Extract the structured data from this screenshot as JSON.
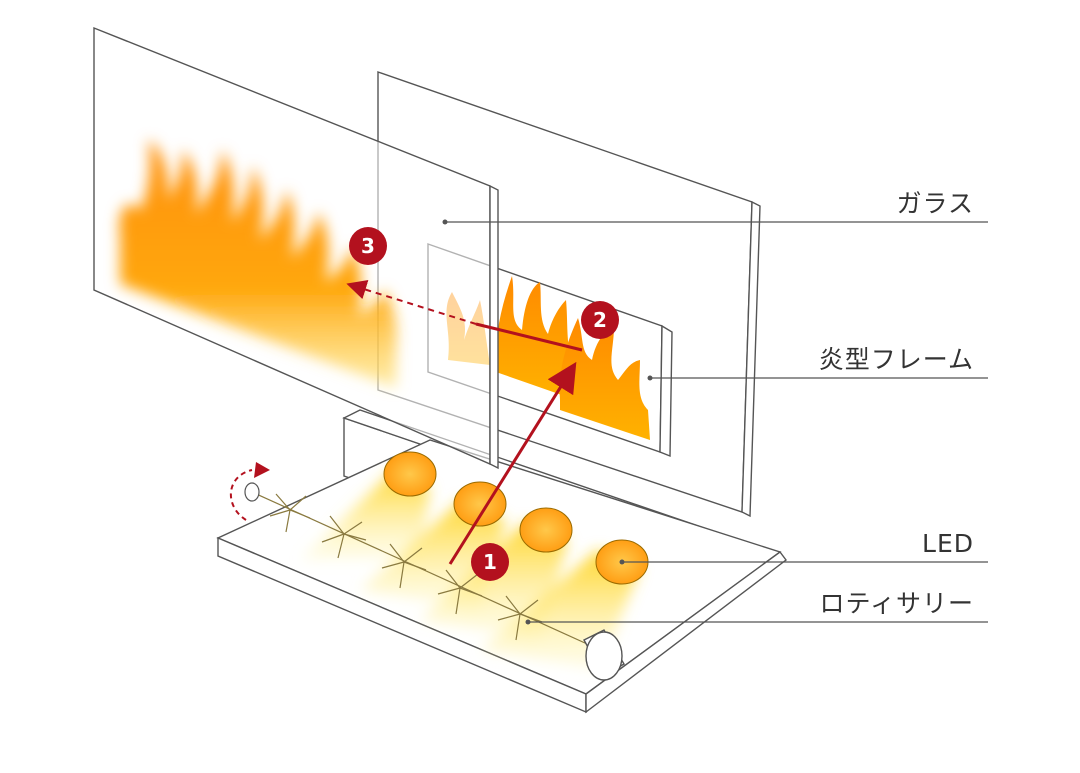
{
  "labels": {
    "glass": "ガラス",
    "flame_frame": "炎型フレーム",
    "led": "LED",
    "rotisserie": "ロティサリー"
  },
  "steps": [
    {
      "number": "1"
    },
    {
      "number": "2"
    },
    {
      "number": "3"
    }
  ],
  "colors": {
    "badge": "#b3111e",
    "arrow": "#b3111e",
    "flame_orange": "#ff8a00",
    "flame_yellow": "#ffc400",
    "light_yellow": "#ffe24a",
    "line": "#555555"
  }
}
